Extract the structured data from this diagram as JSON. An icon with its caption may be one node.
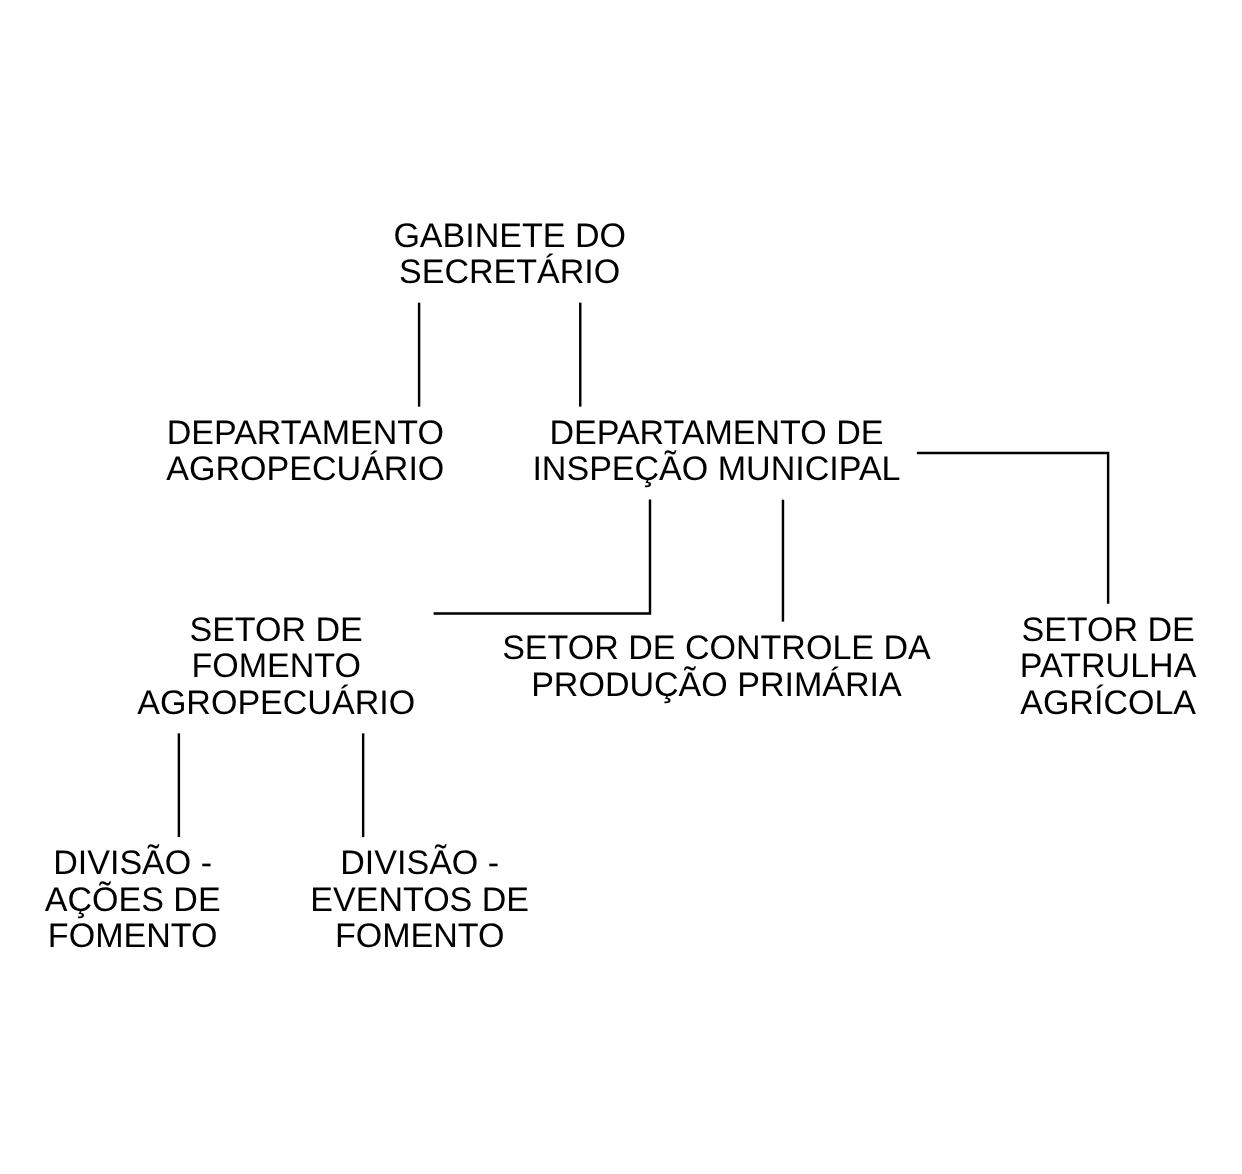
{
  "diagram": {
    "nodes": [
      {
        "text": [
          "GABINETE DO SECRETÁRIO"
        ]
      },
      {
        "text": [
          "DEPARTAMENTO AGROPECUÁRIO"
        ]
      },
      {
        "text": [
          "DEPARTAMENTO DE INSPEÇÃO MUNICIPAL"
        ]
      },
      {
        "text": [
          "SETOR DE FOMENTO AGROPECUÁRIO"
        ]
      },
      {
        "text": [
          "SETOR DE CONTROLE DA PRODUÇÃO PRIMÁRIA"
        ]
      },
      {
        "text": [
          "SETOR DE PATRULHA AGRÍCOLA"
        ]
      },
      {
        "text": [
          "DIVISÃO - AÇÕES DE FOMENTO"
        ]
      },
      {
        "text": [
          "DIVISÃO - EVENTOS DE FOMENTO"
        ]
      }
    ],
    "edges": [
      {
        "from": 0,
        "to": 1,
        "arrow": "none"
      },
      {
        "from": 0,
        "to": 2,
        "arrow": "none"
      },
      {
        "from": 2,
        "to": 3,
        "arrow": "none"
      },
      {
        "from": 2,
        "to": 4,
        "arrow": "none"
      },
      {
        "from": 2,
        "to": 5,
        "arrow": "none"
      },
      {
        "from": 3,
        "to": 6,
        "arrow": "none"
      },
      {
        "from": 3,
        "to": 7,
        "arrow": "none"
      }
    ]
  }
}
